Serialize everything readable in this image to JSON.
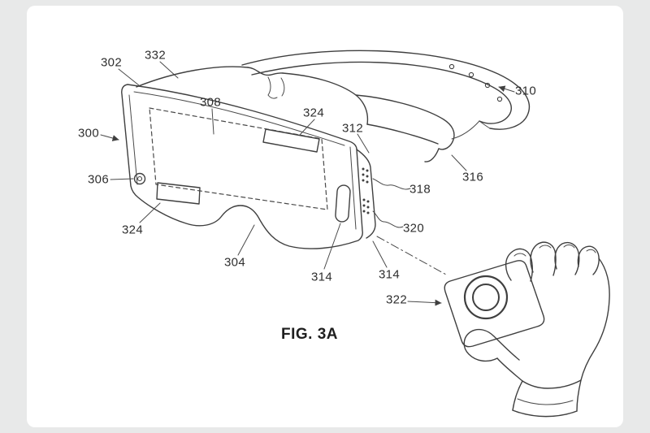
{
  "colors": {
    "page_background": "#e8e9e9",
    "card_background": "#ffffff",
    "line_color": "#3f3f3f",
    "label_color": "#2f2f2f"
  },
  "figure": {
    "caption": "FIG. 3A",
    "labels": [
      {
        "id": "ref-300",
        "text": "300"
      },
      {
        "id": "ref-302",
        "text": "302"
      },
      {
        "id": "ref-304",
        "text": "304"
      },
      {
        "id": "ref-306",
        "text": "306"
      },
      {
        "id": "ref-308",
        "text": "308"
      },
      {
        "id": "ref-310",
        "text": "310"
      },
      {
        "id": "ref-312",
        "text": "312"
      },
      {
        "id": "ref-314-left",
        "text": "314"
      },
      {
        "id": "ref-314-right",
        "text": "314"
      },
      {
        "id": "ref-316",
        "text": "316"
      },
      {
        "id": "ref-318",
        "text": "318"
      },
      {
        "id": "ref-320",
        "text": "320"
      },
      {
        "id": "ref-322",
        "text": "322"
      },
      {
        "id": "ref-324-top",
        "text": "324"
      },
      {
        "id": "ref-324-left",
        "text": "324"
      },
      {
        "id": "ref-332",
        "text": "332"
      }
    ]
  }
}
